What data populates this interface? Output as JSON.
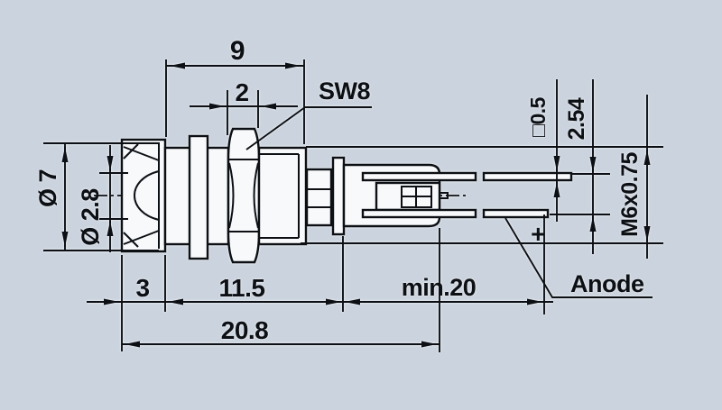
{
  "drawing": {
    "title": "LED indicator holder dimensional drawing",
    "background_color": "#cbd3de",
    "line_color": "#0c0f13",
    "dimensions": {
      "width_9": "9",
      "width_2": "2",
      "hex_size": "SW8",
      "dia_outer": "Ø 7",
      "dia_lens": "Ø 2.8",
      "depth_3": "3",
      "length_11_5": "11.5",
      "length_20_8": "20.8",
      "lead_min": "min.20",
      "pin_square": "□0.5",
      "pin_pitch": "2.54",
      "thread": "M6x0.75",
      "anode_label": "Anode",
      "anode_polarity": "+"
    }
  }
}
